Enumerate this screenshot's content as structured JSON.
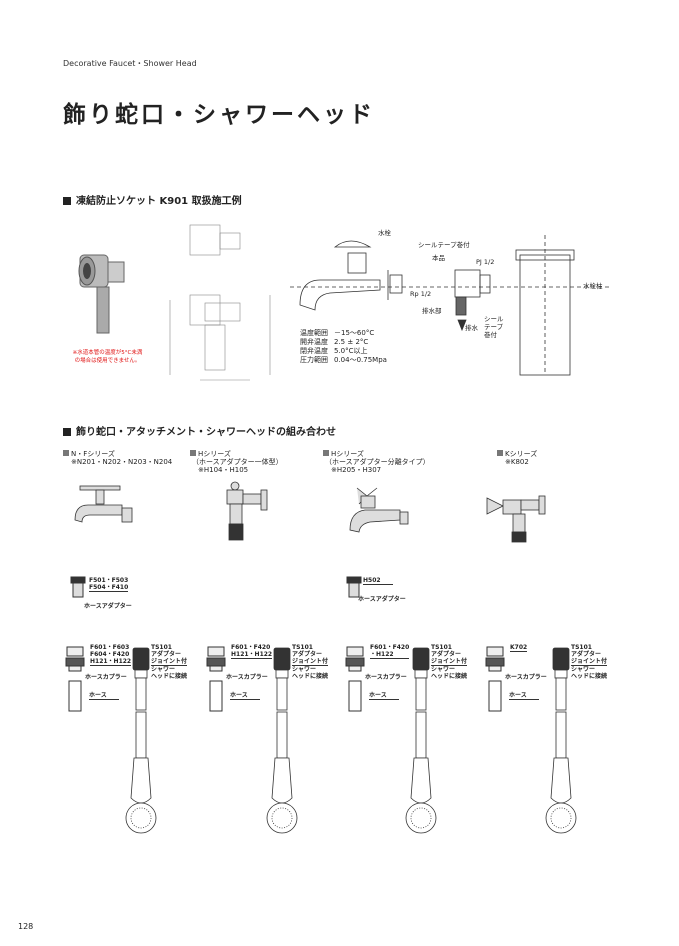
{
  "header": {
    "eyebrow": "Decorative Faucet・Shower Head",
    "title": "飾り蛇口・シャワーヘッド"
  },
  "section1": {
    "heading": "凍結防止ソケット K901 取扱施工例",
    "note": "※水道本管の温度が5°C未満の場合は使用できません。",
    "diagram_labels": {
      "faucet": "水栓",
      "seal_tape1": "シールテープ巻付",
      "product": "本品",
      "pj": "PJ 1/2",
      "rp": "Rp 1/2",
      "drain_part": "排水部",
      "drain": "排水",
      "seal_tape2": "シール テープ 巻付",
      "post": "水栓柱"
    },
    "specs": [
      {
        "label": "温度範囲",
        "value": "－15～60°C"
      },
      {
        "label": "開弁温度",
        "value": "2.5 ± 2°C"
      },
      {
        "label": "閉弁温度",
        "value": "5.0°C以上"
      },
      {
        "label": "圧力範囲",
        "value": "0.04～0.75Mpa"
      }
    ]
  },
  "section2": {
    "heading": "飾り蛇口・アタッチメント・シャワーヘッドの組み合わせ",
    "series": [
      {
        "name": "N・Fシリーズ",
        "sub": "",
        "models": "※N201・N202・N203・N204"
      },
      {
        "name": "Hシリーズ",
        "sub": "（ホースアダプター一体型）",
        "models": "※H104・H105"
      },
      {
        "name": "Hシリーズ",
        "sub": "（ホースアダプター分離タイプ）",
        "models": "※H205・H307"
      },
      {
        "name": "Kシリーズ",
        "sub": "",
        "models": "※K802"
      }
    ],
    "adapters": [
      {
        "models1": "F501・F503",
        "models2": "F504・F410",
        "label": "ホースアダプター"
      },
      {
        "models1": "H502",
        "models2": "",
        "label": "ホースアダプター"
      }
    ],
    "sets": [
      {
        "c1": "F601・F603",
        "c2": "F604・F420",
        "c3": "H121・H122"
      },
      {
        "c1": "",
        "c2": "F601・F420",
        "c3": "H121・H122"
      },
      {
        "c1": "",
        "c2": "F601・F420",
        "c3": "・H122"
      },
      {
        "c1": "",
        "c2": "",
        "c3": "K702"
      }
    ],
    "coupler_label": "ホースカプラー",
    "hose_label": "ホース",
    "ts_model": "TS101",
    "ts_line1": "アダプター",
    "ts_line2": "ジョイント付",
    "ts_line3": "シャワー",
    "ts_line4": "ヘッドに接続"
  },
  "page_number": "128"
}
